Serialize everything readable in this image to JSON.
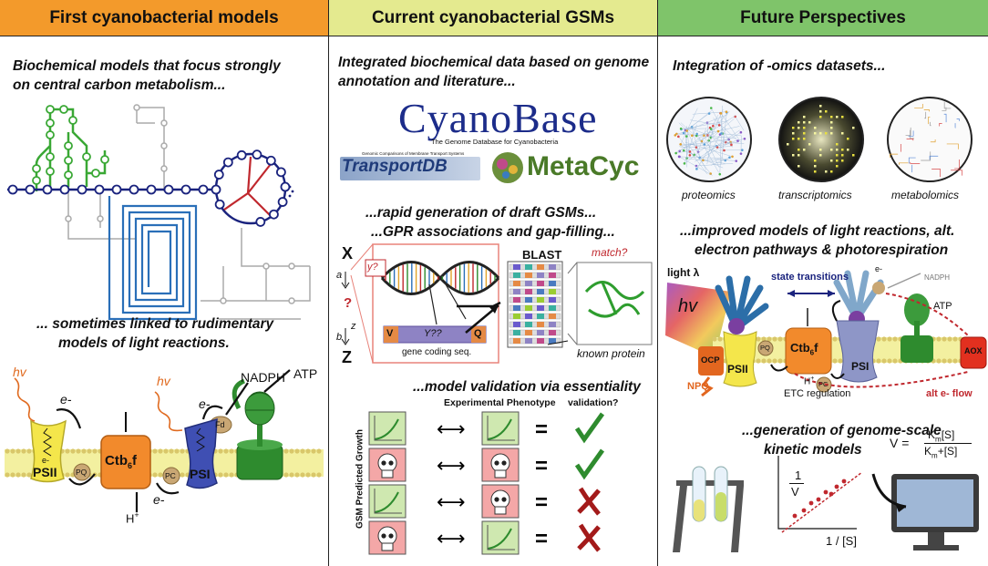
{
  "panels": [
    {
      "title": "First cyanobacterial models",
      "caption_top_1": "Biochemical models that focus strongly",
      "caption_top_2": "on central carbon metabolism...",
      "caption_mid_1": "... sometimes linked to rudimentary",
      "caption_mid_2": "models of light reactions.",
      "labels": {
        "hv1": "hv",
        "hv2": "hv",
        "e1": "e-",
        "e2": "e-",
        "e3": "e-",
        "nadph": "NADPH",
        "atp": "ATP",
        "fd": "Fd",
        "pq": "PQ",
        "pc": "PC",
        "ctb": "Ctb",
        "ctb_sub": "6",
        "ctb_tail": "f",
        "psii": "PSII",
        "psi": "PSI",
        "hplus": "H",
        "hplus_sup": "+",
        "e_inner": "e-"
      }
    },
    {
      "title": "Current cyanobacterial GSMs",
      "caption_top_1": "Integrated biochemical data based on genome",
      "caption_top_2": "annotation and literature...",
      "cyanobase": "CyanoBase",
      "cyanobase_sub": "The Genome Database for Cyanobacteria",
      "transportdb": "TransportDB",
      "transportdb_sub": "Genomic Comparisons of Membrane Transport Systems",
      "metacyc": "MetaCyc",
      "caption_mid_1": "...rapid generation of draft GSMs...",
      "caption_mid_2": "...GPR associations and gap-filling...",
      "gpr": {
        "X": "X",
        "Z": "Z",
        "a": "a",
        "b": "b",
        "y": "y?",
        "z": "z",
        "q": "?",
        "V": "V",
        "Y": "Y??",
        "Q": "Q",
        "gene": "gene coding seq.",
        "blast": "BLAST",
        "match": "match?",
        "known": "known protein"
      },
      "caption_val": "...model validation via essentiality",
      "table": {
        "col1": "Experimental Phenotype",
        "col2": "validation?",
        "ylabel": "GSM Predicted Growth",
        "eq": "=",
        "arrow": "⟷"
      }
    },
    {
      "title": "Future Perspectives",
      "caption_top": "Integration of -omics datasets...",
      "omics": [
        "proteomics",
        "transcriptomics",
        "metabolomics"
      ],
      "caption_mid_1": "...improved models of light reactions, alt.",
      "caption_mid_2": "electron pathways & photorespiration",
      "labels": {
        "light": "light λ",
        "hv": "hv",
        "state": "state transitions",
        "e": "e-",
        "nadph": "NADPH",
        "atp": "ATP",
        "ocp": "OCP",
        "npq": "NPQ",
        "psii": "PSII",
        "pq": "PQ",
        "ctb": "Ctb",
        "ctb_sub": "6",
        "ctb_tail": "f",
        "pc": "PC",
        "psi": "PSI",
        "hplus": "H",
        "hplus_sup": "+",
        "etc": "ETC regulation",
        "alt": "alt e- flow",
        "aox": "AOX"
      },
      "caption_bot_1": "...generation of genome-scale",
      "caption_bot_2": "kinetic models",
      "kinetic": {
        "one": "1",
        "v": "V",
        "xlab": "1 / [S]",
        "eq_v": "V =",
        "num": "K",
        "num_sub": "m",
        "num_tail": "[S]",
        "den": "K",
        "den_sub": "m",
        "den_tail": "+[S]"
      }
    }
  ],
  "colors": {
    "orange": "#f39a2b",
    "yellow": "#e4ea8f",
    "green": "#7fc46a",
    "navy": "#1a237e",
    "red": "#c0282e",
    "darkgreen": "#2e8b2e"
  }
}
